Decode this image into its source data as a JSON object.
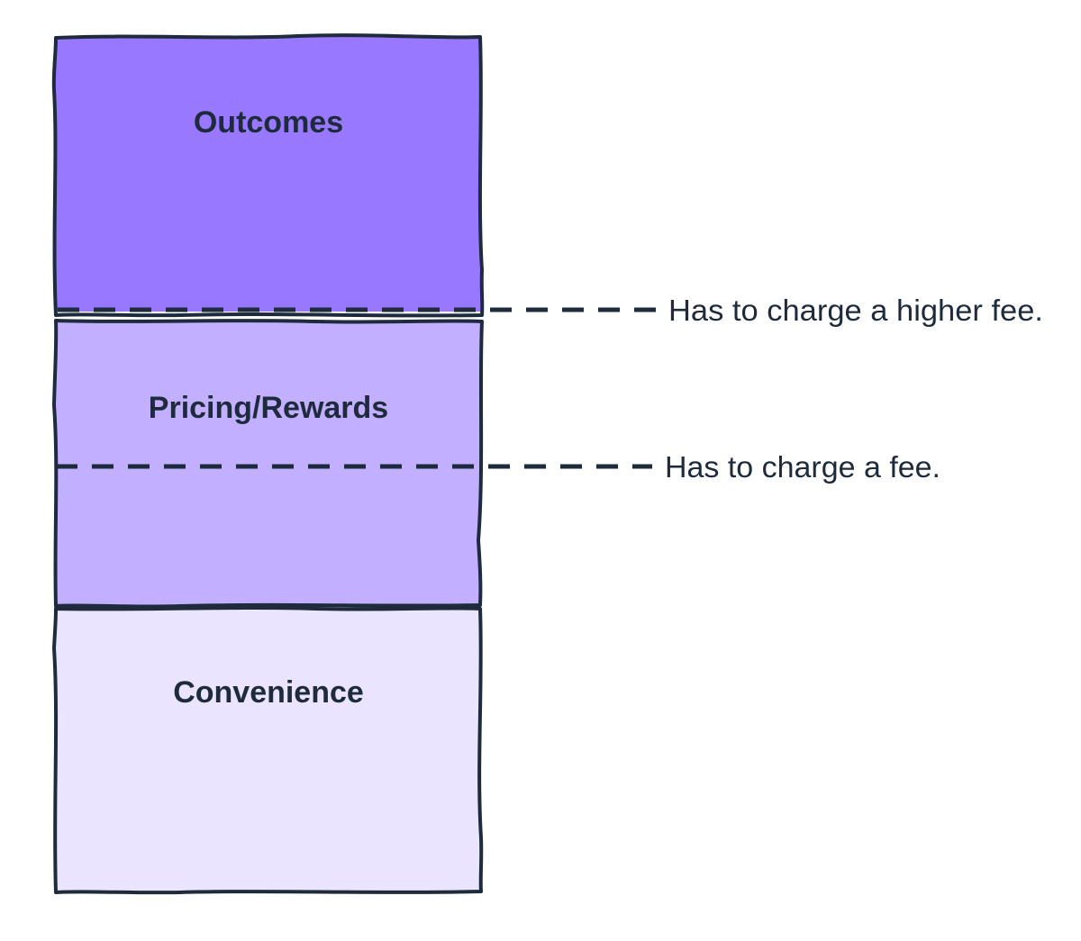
{
  "layers": [
    {
      "label": "Outcomes",
      "color": "#9878ff"
    },
    {
      "label": "Pricing/Rewards",
      "color": "#c2afff"
    },
    {
      "label": "Convenience",
      "color": "#eae4ff"
    }
  ],
  "thresholds": [
    {
      "label": "Has to charge a higher fee."
    },
    {
      "label": "Has to charge a fee."
    }
  ],
  "colors": {
    "ink": "#1e2b3c",
    "background": "#ffffff"
  }
}
